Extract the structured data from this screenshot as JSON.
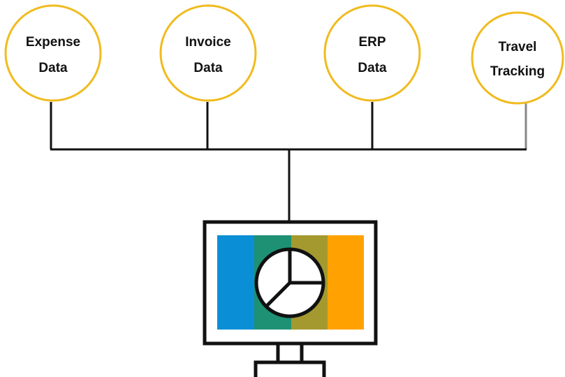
{
  "sources": [
    {
      "line1": "Expense",
      "line2": "Data"
    },
    {
      "line1": "Invoice",
      "line2": "Data"
    },
    {
      "line1": "ERP",
      "line2": "Data"
    },
    {
      "line1": "Travel",
      "line2": "Tracking"
    }
  ],
  "colors": {
    "circle_stroke": "#F0BB1E",
    "connector": "#111111",
    "monitor_frame": "#111111",
    "band_blue": "#0A8FD6",
    "band_teal": "#1E9175",
    "band_olive": "#A4992E",
    "band_orange": "#FFA201",
    "pie_fill": "#ffffff"
  },
  "icons": {
    "monitor": "monitor-icon",
    "pie": "pie-chart-icon"
  }
}
